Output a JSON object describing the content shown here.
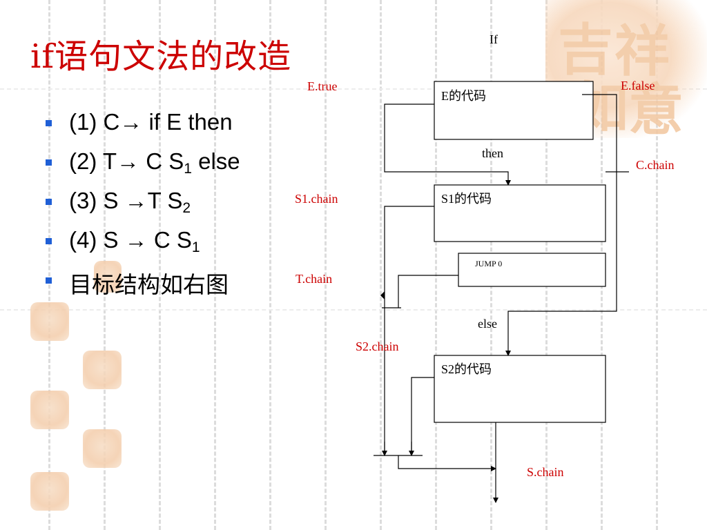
{
  "slide": {
    "title": "if语句文法的改造",
    "bullets": [
      {
        "pre": "(1) C→ if  E then",
        "sub": "",
        "post": ""
      },
      {
        "pre": "(2) T→ C S",
        "sub": "1",
        "post": " else"
      },
      {
        "pre": "(3) S →T S",
        "sub": "2",
        "post": ""
      },
      {
        "pre": "(4) S → C S",
        "sub": "1",
        "post": ""
      },
      {
        "pre": "目标结构如右图",
        "sub": "",
        "post": ""
      }
    ]
  },
  "diagram": {
    "if_label": "If",
    "e_true": "E.true",
    "e_false": "E.false",
    "e_code": "E的代码",
    "then_label": "then",
    "c_chain": "C.chain",
    "s1_chain": "S1.chain",
    "s1_code": "S1的代码",
    "jump_label": "JUMP  0",
    "t_chain": "T.chain",
    "else_label": "else",
    "s2_chain": "S2.chain",
    "s2_code": "S2的代码",
    "s_chain": "S.chain"
  },
  "colors": {
    "title": "#cc0000",
    "bullet": "#1f5fd6",
    "chain_label": "#cc0000",
    "watermark": "#f3ccaa"
  }
}
